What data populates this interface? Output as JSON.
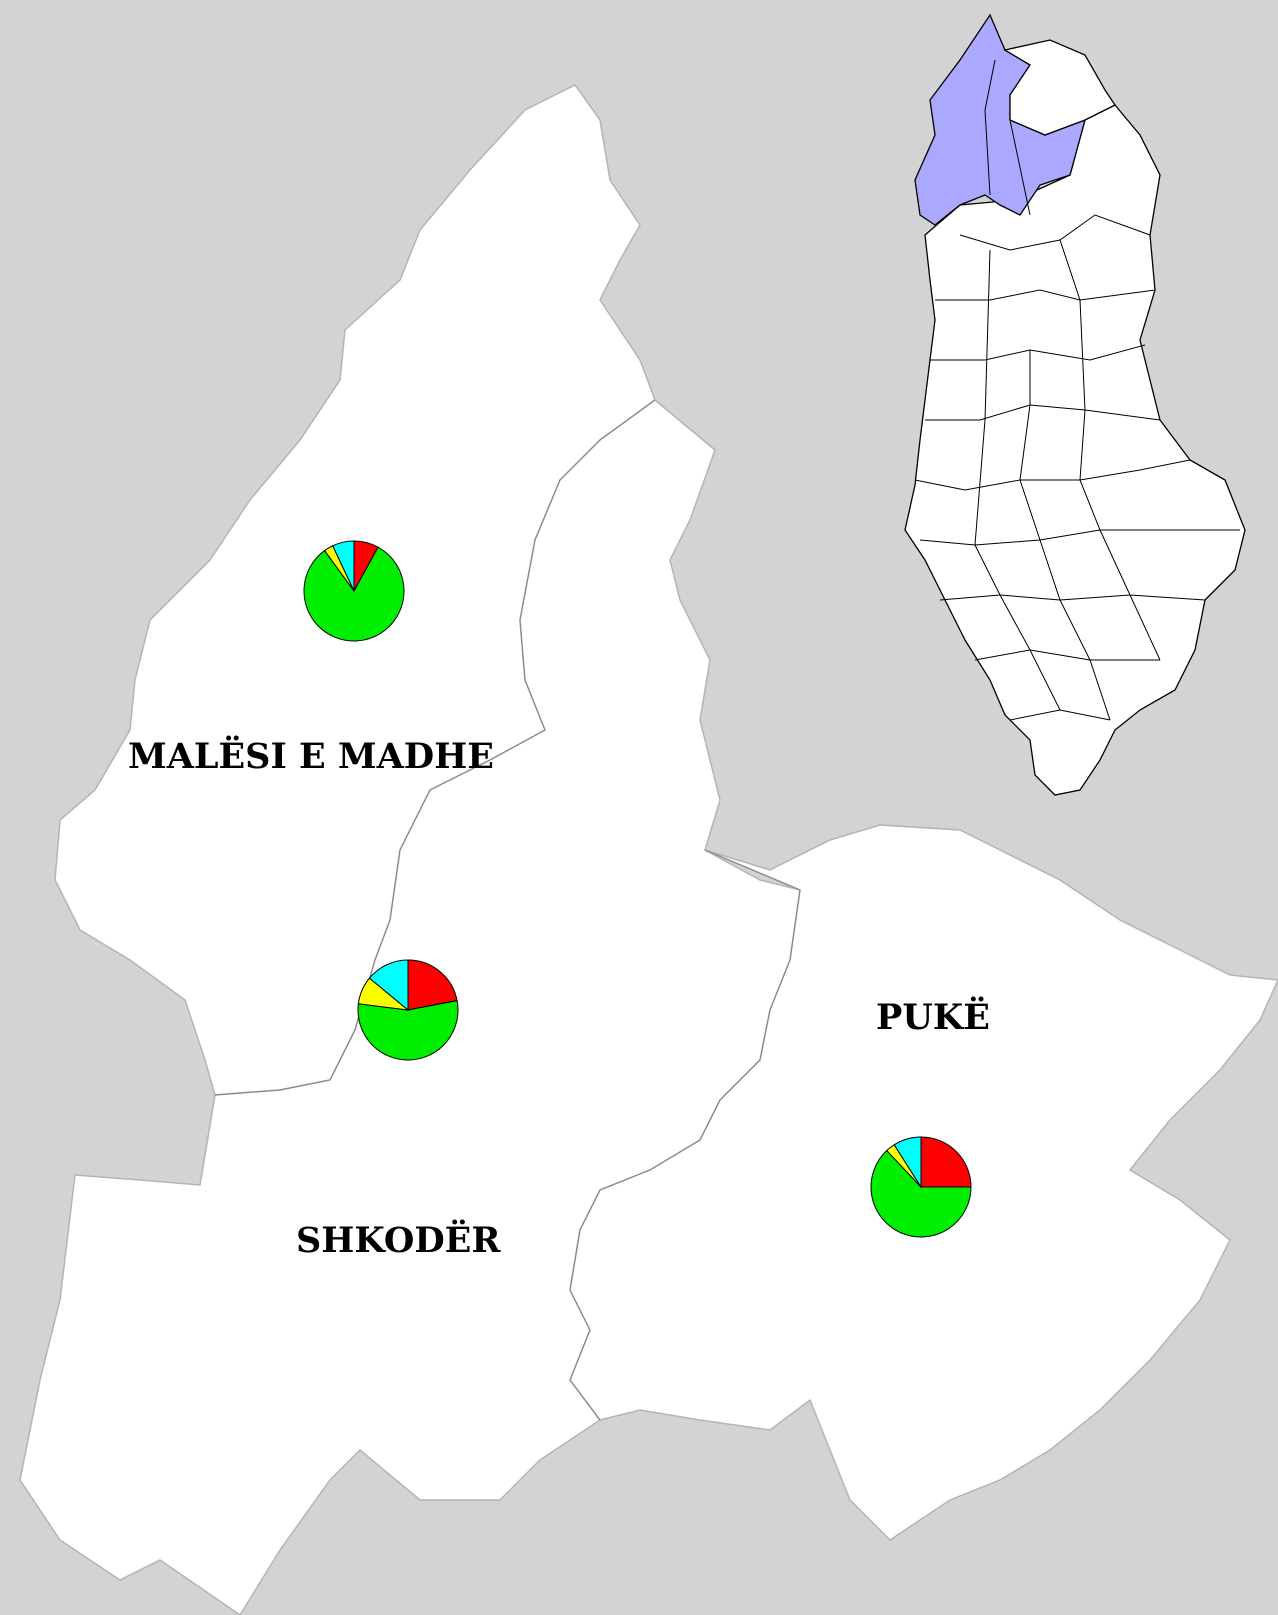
{
  "map": {
    "districts": [
      {
        "id": "malesi-e-madhe",
        "label": "MALËSI E MADHE"
      },
      {
        "id": "shkoder",
        "label": "SHKODËR"
      },
      {
        "id": "puke",
        "label": "PUKË"
      }
    ]
  },
  "pies": [
    {
      "district": "malesi-e-madhe",
      "slices": [
        {
          "color": "#ff0000",
          "value": 0.08
        },
        {
          "color": "#00ee00",
          "value": 0.82
        },
        {
          "color": "#ffff00",
          "value": 0.03
        },
        {
          "color": "#00ffff",
          "value": 0.07
        }
      ]
    },
    {
      "district": "shkoder",
      "slices": [
        {
          "color": "#ff0000",
          "value": 0.22
        },
        {
          "color": "#00ee00",
          "value": 0.55
        },
        {
          "color": "#ffff00",
          "value": 0.09
        },
        {
          "color": "#00ffff",
          "value": 0.14
        }
      ]
    },
    {
      "district": "puke",
      "slices": [
        {
          "color": "#ff0000",
          "value": 0.25
        },
        {
          "color": "#00ee00",
          "value": 0.63
        },
        {
          "color": "#ffff00",
          "value": 0.03
        },
        {
          "color": "#00ffff",
          "value": 0.09
        }
      ]
    }
  ],
  "colors": {
    "background": "#d3d3d3",
    "district_fill": "#ffffff",
    "inset_highlight": "#aaa8ff"
  }
}
